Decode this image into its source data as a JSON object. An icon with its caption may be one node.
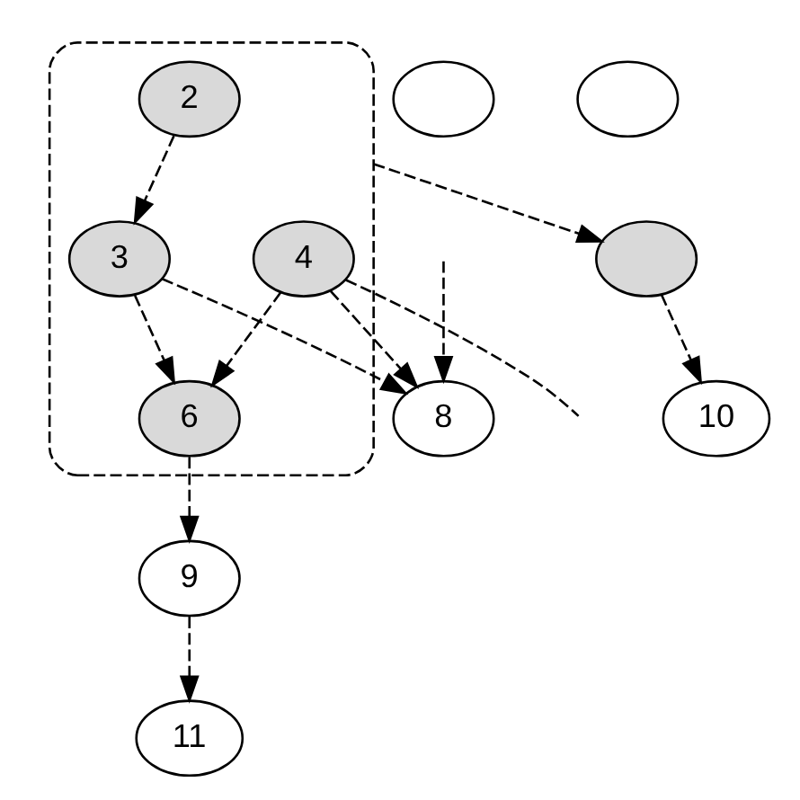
{
  "diagram": {
    "nodes": [
      {
        "text": [],
        "shape": "cloud"
      },
      {
        "text": [
          "2"
        ],
        "in": 0
      },
      {
        "text": [
          "3"
        ],
        "in": 0
      },
      {
        "text": [
          "4"
        ],
        "in": 0
      },
      {
        "text": [
          "6"
        ],
        "in": 0
      },
      {
        "text": [
          "8"
        ]
      },
      {
        "text": [
          "9"
        ]
      },
      {
        "text": [
          "11"
        ]
      },
      {
        "text": [],
        "shape": "circle"
      },
      {
        "text": [],
        "shape": "circle"
      },
      {
        "text": [
          "10"
        ]
      },
      {
        "text": [],
        "shape": "circle"
      }
    ],
    "edges": [
      {
        "from": 1,
        "to": 2,
        "arrow": "to",
        "style": "dashed"
      },
      {
        "from": 2,
        "to": 4,
        "arrow": "to",
        "style": "dashed"
      },
      {
        "from": 2,
        "to": 5,
        "arrow": "to",
        "style": "dashed"
      },
      {
        "from": 3,
        "to": 4,
        "arrow": "to",
        "style": "dashed"
      },
      {
        "from": 3,
        "to": 5,
        "arrow": "to",
        "style": "dashed"
      },
      {
        "from": 4,
        "to": 6,
        "arrow": "to",
        "style": "dashed"
      },
      {
        "from": 6,
        "to": 7,
        "arrow": "to",
        "style": "dashed"
      },
      {
        "from": null,
        "to": 5,
        "arrow": "to",
        "style": "dashed"
      },
      {
        "from": 3,
        "to": null,
        "arrow": "none",
        "style": "dashed"
      },
      {
        "from": 0,
        "to": 8,
        "arrow": "to",
        "style": "dashed"
      },
      {
        "from": 8,
        "to": 10,
        "arrow": "to",
        "style": "dashed"
      }
    ]
  }
}
